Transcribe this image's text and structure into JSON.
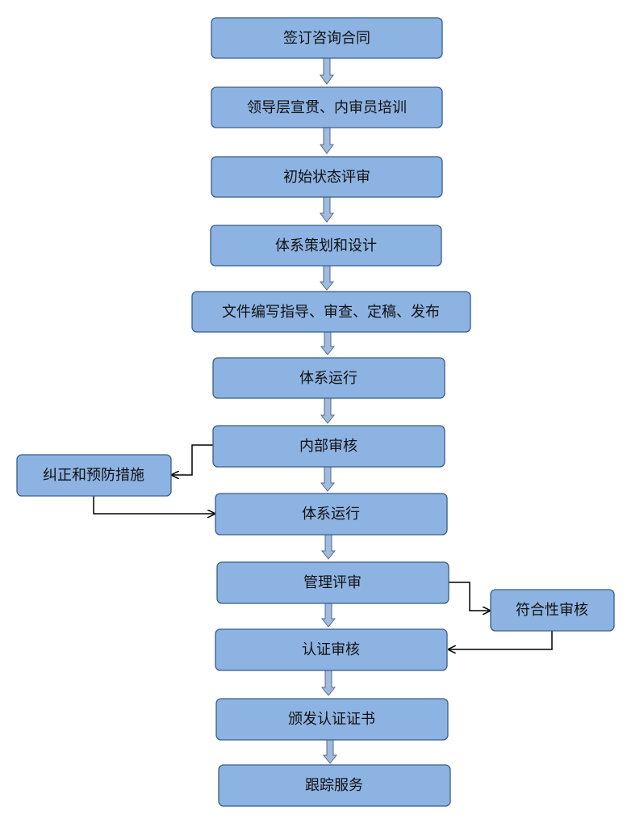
{
  "main_steps": [
    {
      "id": "sign",
      "label": "签订咨询合同"
    },
    {
      "id": "training",
      "label": "领导层宣贯、内审员培训"
    },
    {
      "id": "initial-review",
      "label": "初始状态评审"
    },
    {
      "id": "planning",
      "label": "体系策划和设计"
    },
    {
      "id": "documentation",
      "label": "文件编写指导、审查、定稿、发布"
    },
    {
      "id": "operation-1",
      "label": "体系运行"
    },
    {
      "id": "internal-audit",
      "label": "内部审核"
    },
    {
      "id": "operation-2",
      "label": "体系运行"
    },
    {
      "id": "management-review",
      "label": "管理评审"
    },
    {
      "id": "certification-audit",
      "label": "认证审核"
    },
    {
      "id": "issue-certificate",
      "label": "颁发认证证书"
    },
    {
      "id": "follow-up",
      "label": "跟踪服务"
    }
  ],
  "side_steps": [
    {
      "id": "corrective-action",
      "label": "纠正和预防措施"
    },
    {
      "id": "conformity-audit",
      "label": "符合性审核"
    }
  ],
  "colors": {
    "box_fill": "#8db3e2",
    "box_border": "#385d8a",
    "arrow_fill": "#9fbbe0",
    "connector": "#000000"
  }
}
